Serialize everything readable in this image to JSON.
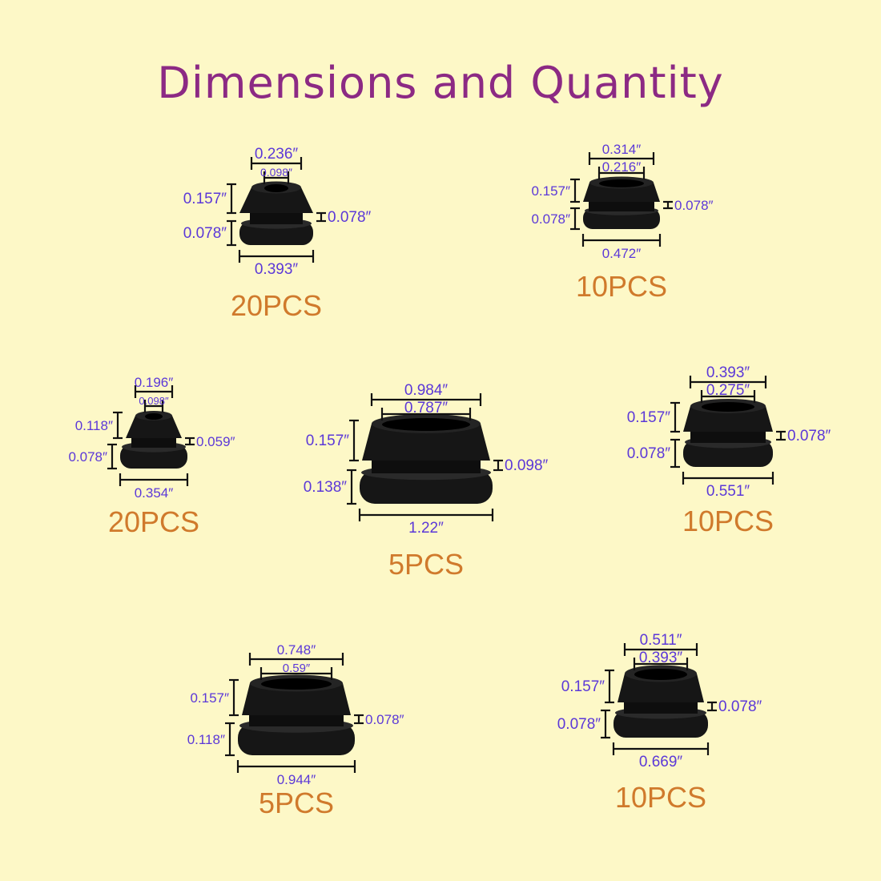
{
  "title": "Dimensions and Quantity",
  "colors": {
    "background": "#fdf8c7",
    "title": "#8c2a84",
    "dimension_text": "#5b38d8",
    "quantity_text": "#d07a2c",
    "grommet": "#161616",
    "line": "#111111"
  },
  "grommets": [
    {
      "top_outer": "0.236″",
      "top_inner": "0.098″",
      "cap_height": "0.157″",
      "flange_height": "0.078″",
      "groove_height": "0.078″",
      "base_width": "0.393″",
      "quantity": "20PCS"
    },
    {
      "top_outer": "0.314″",
      "top_inner": "0.216″",
      "cap_height": "0.157″",
      "flange_height": "0.078″",
      "groove_height": "0.078″",
      "base_width": "0.472″",
      "quantity": "10PCS"
    },
    {
      "top_outer": "0.196″",
      "top_inner": "0.098″",
      "cap_height": "0.118″",
      "flange_height": "0.078″",
      "groove_height": "0.059″",
      "base_width": "0.354″",
      "quantity": "20PCS"
    },
    {
      "top_outer": "0.984″",
      "top_inner": "0.787″",
      "cap_height": "0.157″",
      "flange_height": "0.138″",
      "groove_height": "0.098″",
      "base_width": "1.22″",
      "quantity": "5PCS"
    },
    {
      "top_outer": "0.393″",
      "top_inner": "0.275″",
      "cap_height": "0.157″",
      "flange_height": "0.078″",
      "groove_height": "0.078″",
      "base_width": "0.551″",
      "quantity": "10PCS"
    },
    {
      "top_outer": "0.748″",
      "top_inner": "0.59″",
      "cap_height": "0.157″",
      "flange_height": "0.118″",
      "groove_height": "0.078″",
      "base_width": "0.944″",
      "quantity": "5PCS"
    },
    {
      "top_outer": "0.511″",
      "top_inner": "0.393″",
      "cap_height": "0.157″",
      "flange_height": "0.078″",
      "groove_height": "0.078″",
      "base_width": "0.669″",
      "quantity": "10PCS"
    }
  ]
}
